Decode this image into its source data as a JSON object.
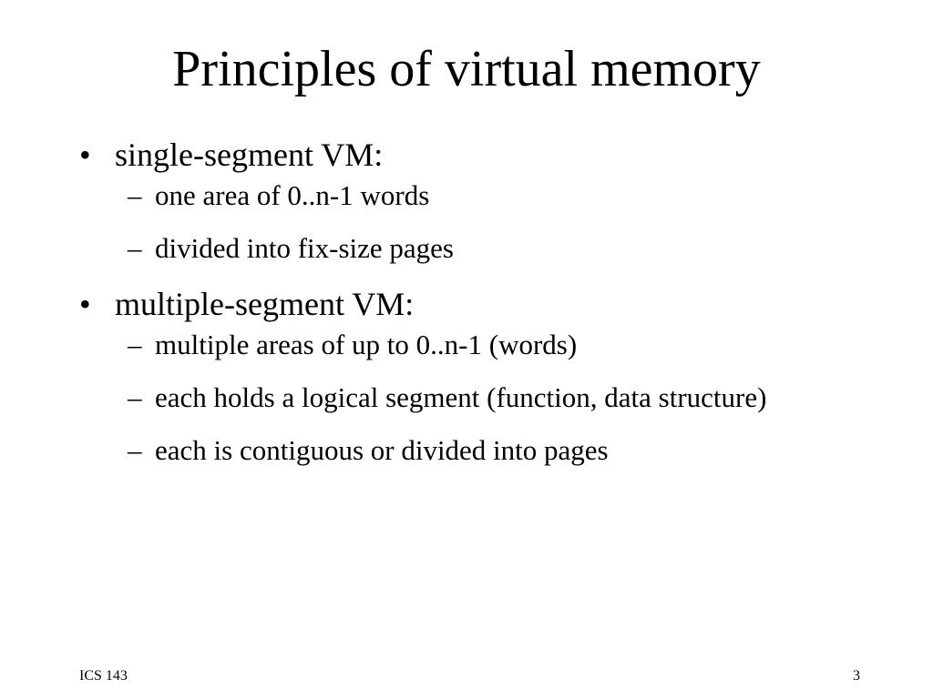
{
  "slide": {
    "title": "Principles of virtual memory",
    "bullet_marker": "•",
    "sub_marker": "–",
    "bullets": [
      {
        "text": "single-segment VM:",
        "subs": [
          "one area of 0..n-1 words",
          "divided into fix-size pages"
        ]
      },
      {
        "text": "multiple-segment VM:",
        "subs": [
          "multiple areas of up to 0..n-1 (words)",
          "each holds a logical segment (function, data structure)",
          "each is contiguous or divided into pages"
        ]
      }
    ],
    "footer_left": "ICS 143",
    "page_number": "3"
  }
}
